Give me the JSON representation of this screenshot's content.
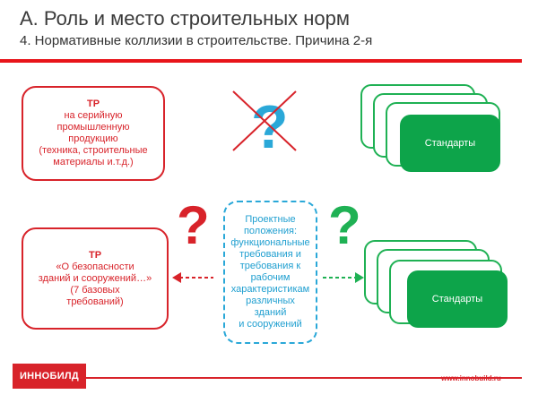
{
  "slide": {
    "title": "А. Роль и место строительных норм",
    "subtitle": "4. Нормативные коллизии в строительстве. Причина 2-я"
  },
  "tr_top": {
    "heading": "ТР",
    "lines": [
      "на серийную",
      "промышленную",
      "продукцию",
      "(техника, строительные",
      "материалы и.т.д.)"
    ]
  },
  "tr_bottom": {
    "heading": "ТР",
    "lines": [
      "«О безопасности",
      "зданий и сооружений…»",
      "(7 базовых",
      "требований)"
    ]
  },
  "project": {
    "lines": [
      "Проектные",
      "положения:",
      "функциональные",
      "требования и",
      "требования к",
      "рабочим",
      "характеристикам",
      "различных",
      "зданий",
      "и сооружений"
    ]
  },
  "standards_top": {
    "label": "Стандарты"
  },
  "standards_bottom": {
    "label": "Стандарты"
  },
  "marks": {
    "question": "?"
  },
  "colors": {
    "red": "#d8232a",
    "green": "#0da44a",
    "blue": "#2aa8d8"
  },
  "footer": {
    "logo": "ИННОБИЛД",
    "url": "www.innobuild.ru"
  }
}
